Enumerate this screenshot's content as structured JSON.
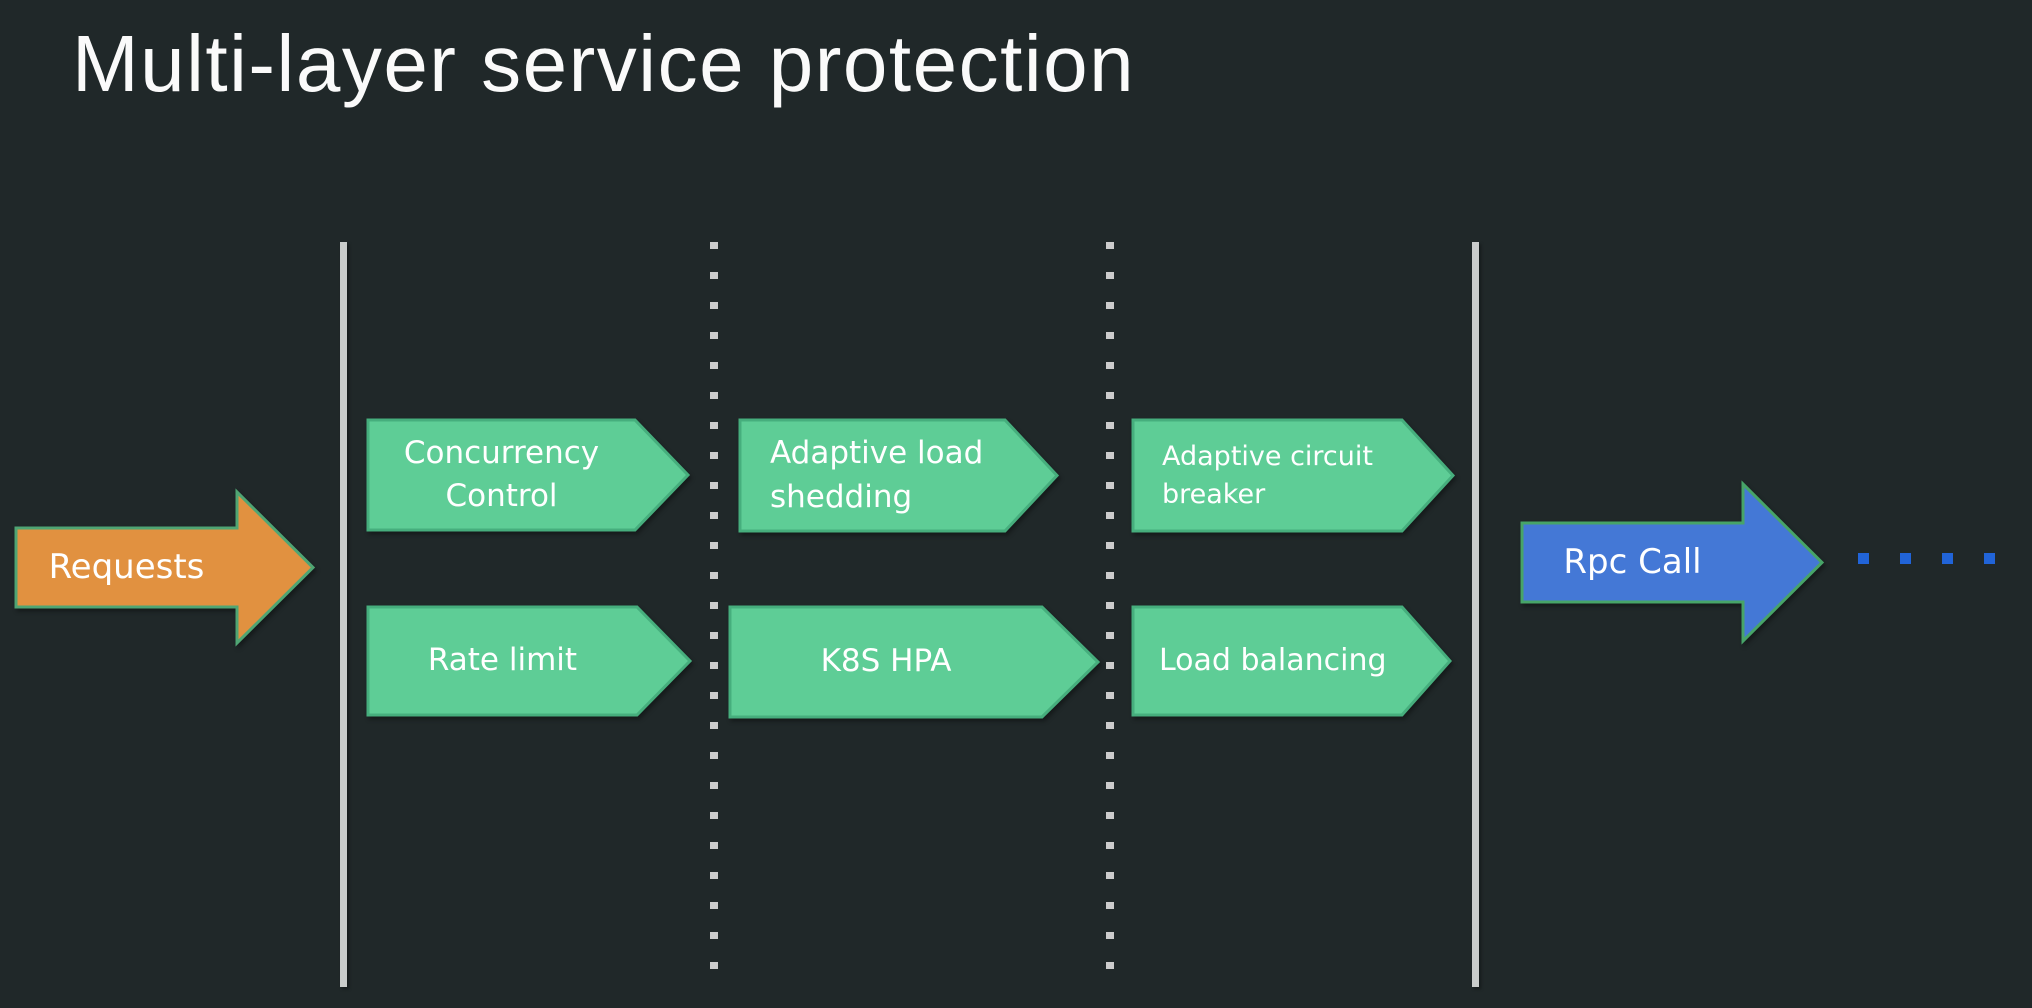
{
  "title": "Multi-layer service protection",
  "input_arrow": {
    "label": "Requests"
  },
  "output_arrow": {
    "label": "Rpc Call"
  },
  "stages": [
    {
      "top_label": "Concurrency Control",
      "bottom_label": "Rate limit"
    },
    {
      "top_label": "Adaptive load shedding",
      "bottom_label": "K8S HPA"
    },
    {
      "top_label": "Adaptive circuit breaker",
      "bottom_label": "Load balancing"
    }
  ],
  "colors": {
    "background": "#202829",
    "title_text": "#FAFAFA",
    "stage_fill": "#5ECD96",
    "stage_border": "#46AE7D",
    "input_fill": "#E19140",
    "input_border": "#4FA573",
    "output_fill": "#4478D6",
    "output_border": "#47A468",
    "divider_solid": "#C9CCCB",
    "divider_dot": "#CCCCCC",
    "trail_dot": "#2164D8",
    "label_text": "#FFFFFF"
  }
}
